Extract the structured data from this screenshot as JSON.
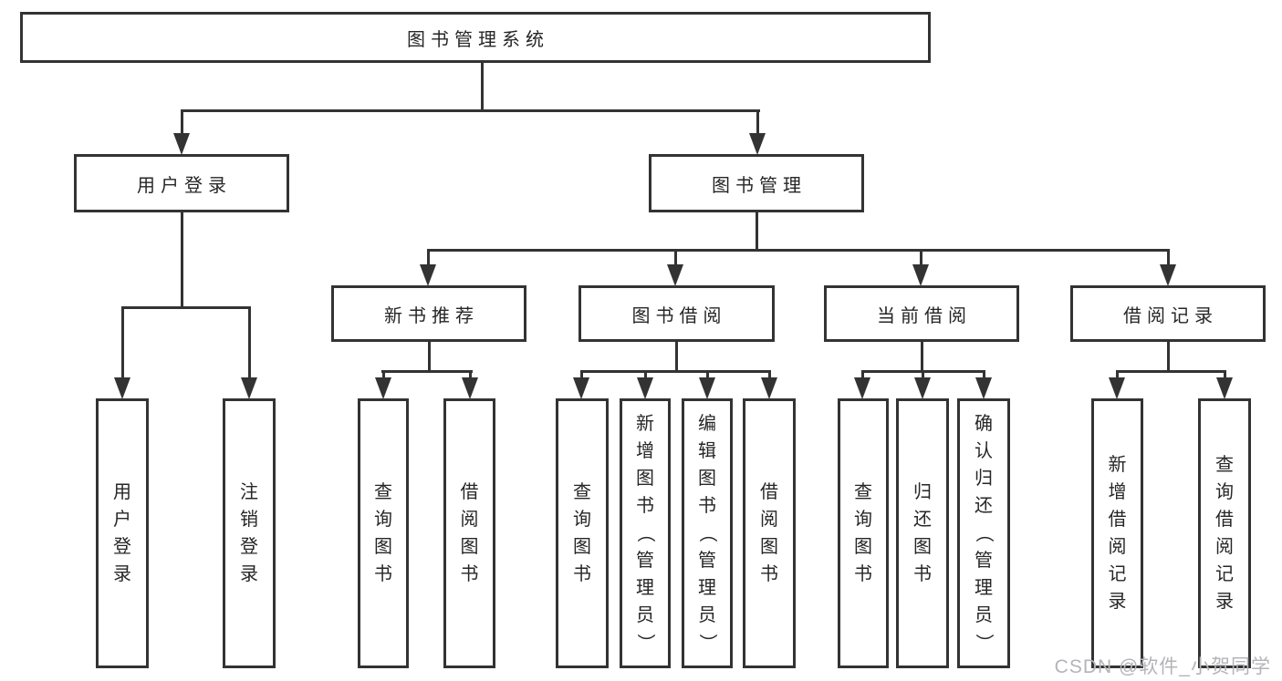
{
  "diagram": {
    "root": {
      "label": "图书管理系统"
    },
    "user_login": {
      "label": "用户登录",
      "children": {
        "login": "用户登录",
        "logout": "注销登录"
      }
    },
    "book_management": {
      "label": "图书管理",
      "new_book_recommend": {
        "label": "新书推荐",
        "children": {
          "query": "查询图书",
          "borrow": "借阅图书"
        }
      },
      "book_borrow": {
        "label": "图书借阅",
        "children": {
          "query": "查询图书",
          "add": "新增图书（管理员）",
          "edit": "编辑图书（管理员）",
          "borrow": "借阅图书"
        }
      },
      "current_borrow": {
        "label": "当前借阅",
        "children": {
          "query": "查询图书",
          "return": "归还图书",
          "confirm_return": "确认归还（管理员）"
        }
      },
      "borrow_records": {
        "label": "借阅记录",
        "children": {
          "add_record": "新增借阅记录",
          "query_record": "查询借阅记录"
        }
      }
    },
    "colors": {
      "line": "#333333",
      "text": "#262626",
      "background": "#ffffff",
      "watermark": "#b4b4b8"
    }
  },
  "watermark": {
    "text": "CSDN @软件_小贺同学"
  }
}
